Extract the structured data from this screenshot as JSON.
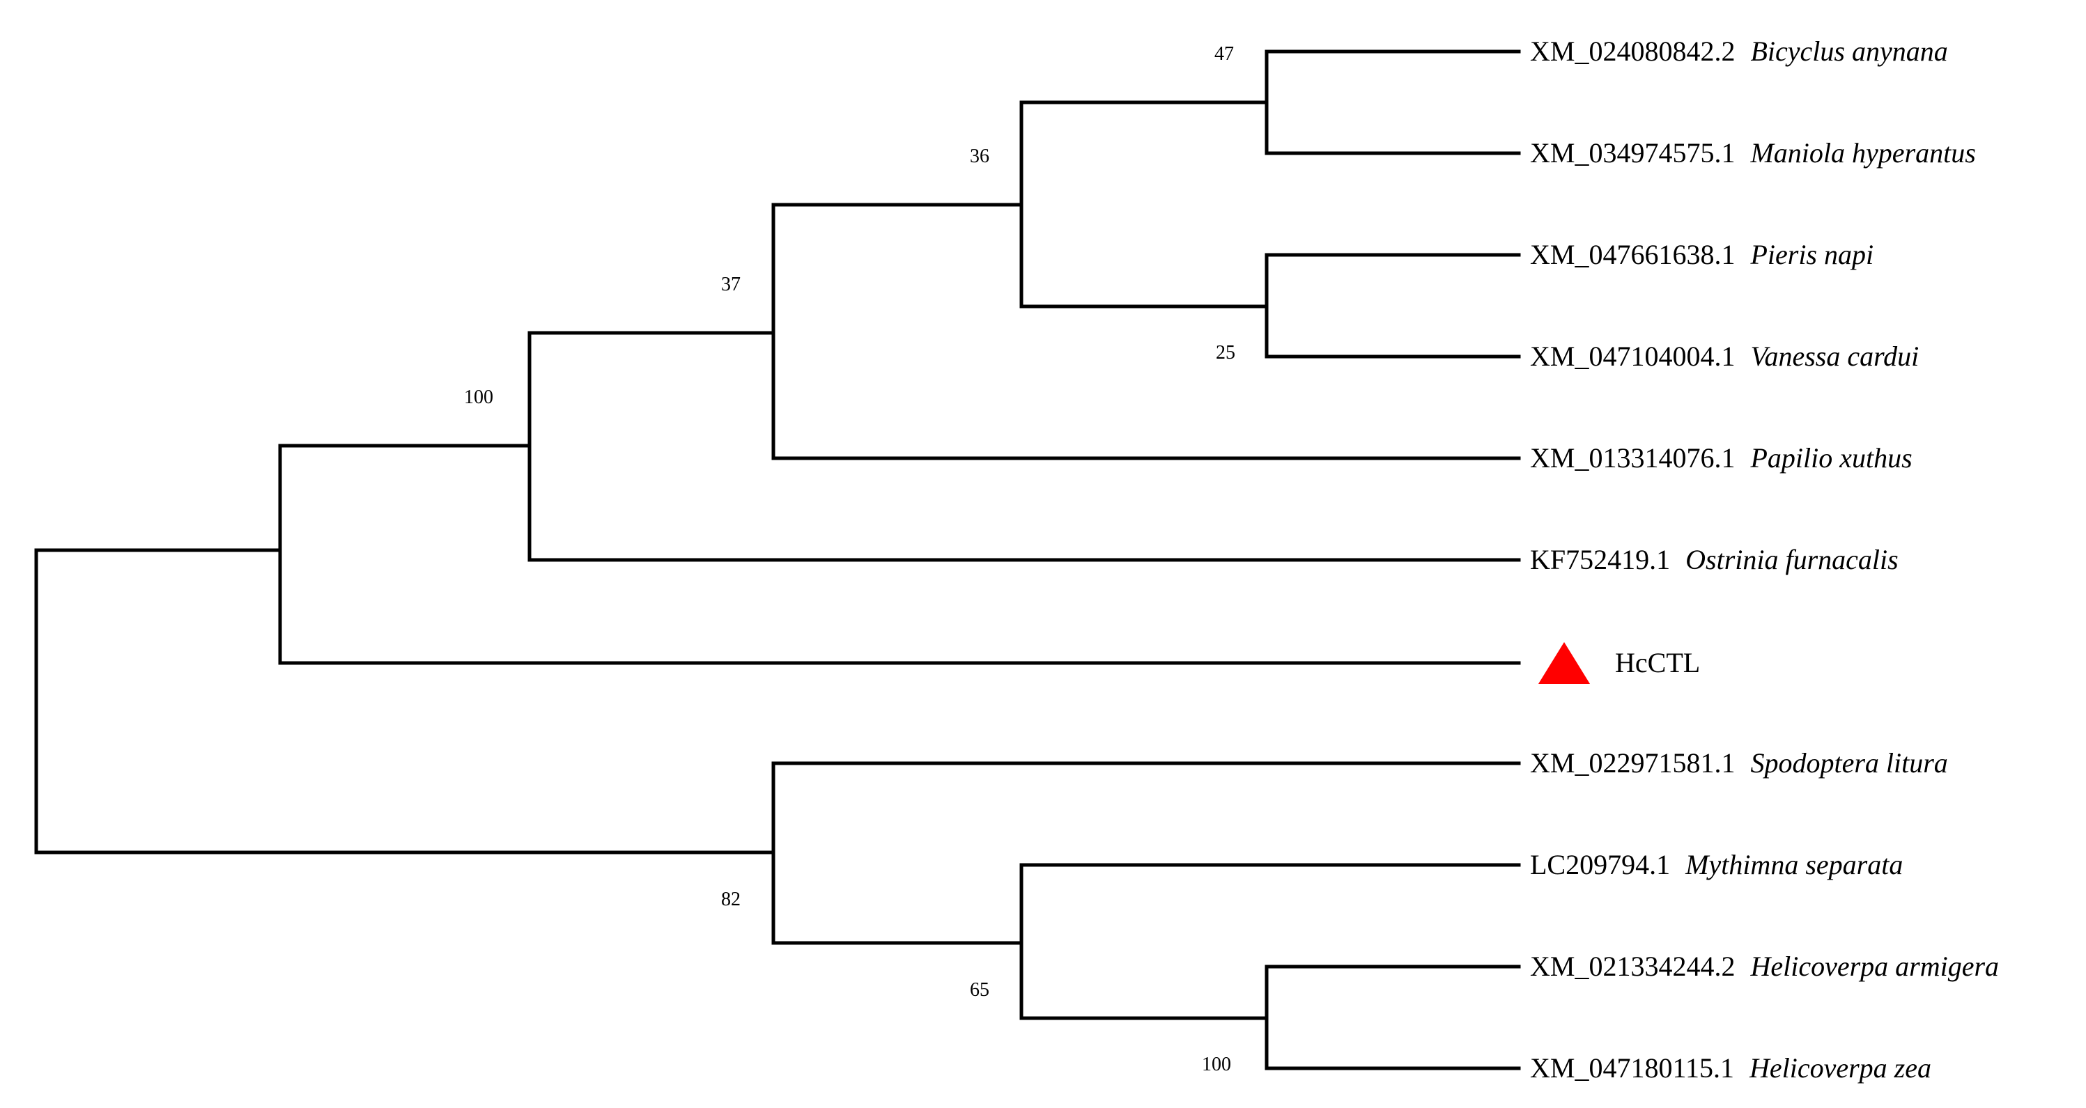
{
  "tree": {
    "marker_color": "#ff0000",
    "marker_shape": "triangle",
    "leaves": [
      {
        "accession": "XM_024080842.2",
        "species": "Bicyclus anynana"
      },
      {
        "accession": "XM_034974575.1",
        "species": "Maniola hyperantus"
      },
      {
        "accession": "XM_047661638.1",
        "species": "Pieris napi"
      },
      {
        "accession": "XM_047104004.1",
        "species": "Vanessa cardui"
      },
      {
        "accession": "XM_013314076.1",
        "species": "Papilio xuthus"
      },
      {
        "accession": "KF752419.1",
        "species": "Ostrinia furnacalis"
      },
      {
        "accession": "HcCTL",
        "species": "",
        "marked": true
      },
      {
        "accession": "XM_022971581.1",
        "species": "Spodoptera litura"
      },
      {
        "accession": "LC209794.1",
        "species": "Mythimna separata"
      },
      {
        "accession": "XM_021334244.2",
        "species": "Helicoverpa armigera"
      },
      {
        "accession": "XM_047180115.1",
        "species": "Helicoverpa zea"
      }
    ],
    "bootstrap": [
      {
        "clade": "Bicyclus anynana + Maniola hyperantus",
        "value": "47"
      },
      {
        "clade": "Pieris napi + Vanessa cardui",
        "value": "25"
      },
      {
        "clade": "Bicyclus/Maniola + Pieris/Vanessa",
        "value": "36"
      },
      {
        "clade": "above + Papilio xuthus",
        "value": "37"
      },
      {
        "clade": "above + Ostrinia furnacalis",
        "value": "100"
      },
      {
        "clade": "Helicoverpa armigera + Helicoverpa zea",
        "value": "100"
      },
      {
        "clade": "Mythimna separata + Helicoverpa",
        "value": "65"
      },
      {
        "clade": "Spodoptera litura + above",
        "value": "82"
      }
    ]
  }
}
